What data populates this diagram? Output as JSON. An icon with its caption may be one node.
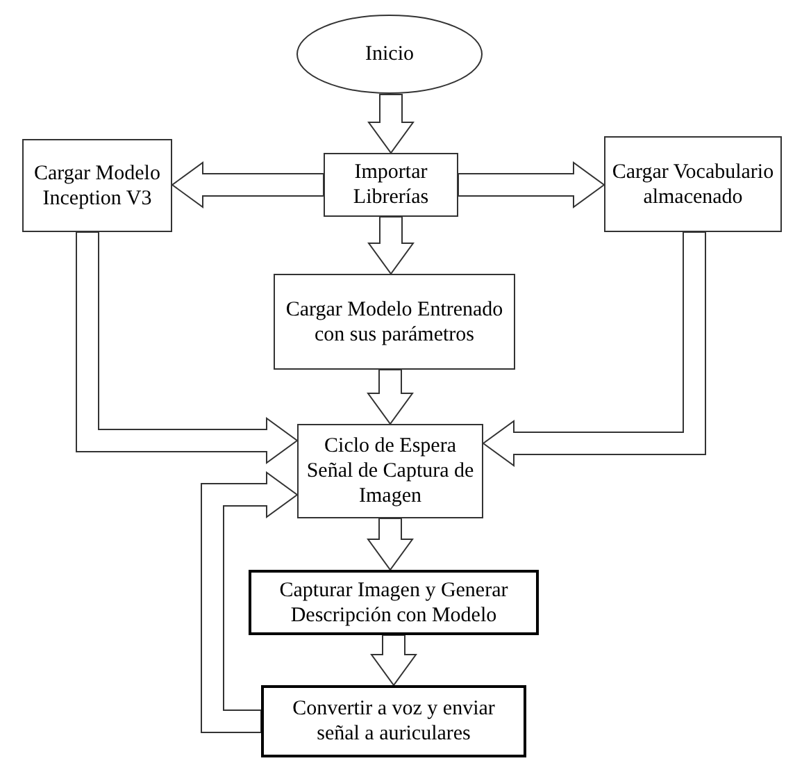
{
  "diagram": {
    "nodes": [
      {
        "text": [
          "Inicio"
        ]
      },
      {
        "text": [
          "Importar Librerías"
        ]
      },
      {
        "text": [
          "Cargar Modelo Inception V3"
        ]
      },
      {
        "text": [
          "Cargar Vocabulario almacenado"
        ]
      },
      {
        "text": [
          "Cargar Modelo Entrenado con sus parámetros"
        ]
      },
      {
        "text": [
          "Ciclo de Espera Señal de Captura de Imagen"
        ]
      },
      {
        "text": [
          "Capturar Imagen y Generar Descripción con Modelo"
        ]
      },
      {
        "text": [
          "Convertir a voz y enviar señal a auriculares"
        ]
      }
    ],
    "edges": [
      {
        "from": 0,
        "to": 1,
        "arrow": "to"
      },
      {
        "from": 1,
        "to": 2,
        "arrow": "to"
      },
      {
        "from": 1,
        "to": 3,
        "arrow": "to"
      },
      {
        "from": 1,
        "to": 4,
        "arrow": "to"
      },
      {
        "from": 2,
        "to": 5,
        "arrow": "to"
      },
      {
        "from": 3,
        "to": 5,
        "arrow": "to"
      },
      {
        "from": 4,
        "to": 5,
        "arrow": "to"
      },
      {
        "from": 5,
        "to": 6,
        "arrow": "to"
      },
      {
        "from": 6,
        "to": 7,
        "arrow": "to"
      },
      {
        "from": 7,
        "to": 5,
        "arrow": "to"
      }
    ]
  }
}
